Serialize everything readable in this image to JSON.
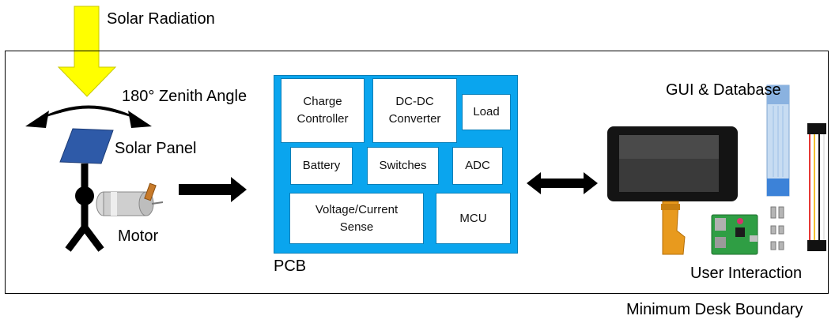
{
  "labels": {
    "solar_radiation": "Solar Radiation",
    "zenith_angle": "180° Zenith Angle",
    "solar_panel": "Solar Panel",
    "motor": "Motor",
    "pcb": "PCB",
    "gui_database": "GUI & Database",
    "user_interaction": "User Interaction",
    "boundary": "Minimum Desk Boundary"
  },
  "pcb_components": {
    "charge_controller": "Charge Controller",
    "dc_dc_converter": "DC-DC Converter",
    "load": "Load",
    "battery": "Battery",
    "switches": "Switches",
    "adc": "ADC",
    "voltage_current_sense": "Voltage/Current Sense",
    "mcu": "MCU"
  },
  "colors": {
    "sun_arrow": "#ffff00",
    "pcb": "#0aa5ee",
    "solar_panel": "#2e5aa8",
    "ribbon_cable": "#c7dcf2",
    "flex_cable": "#e89a1e",
    "raspberry_pi": "#2f9e44"
  }
}
